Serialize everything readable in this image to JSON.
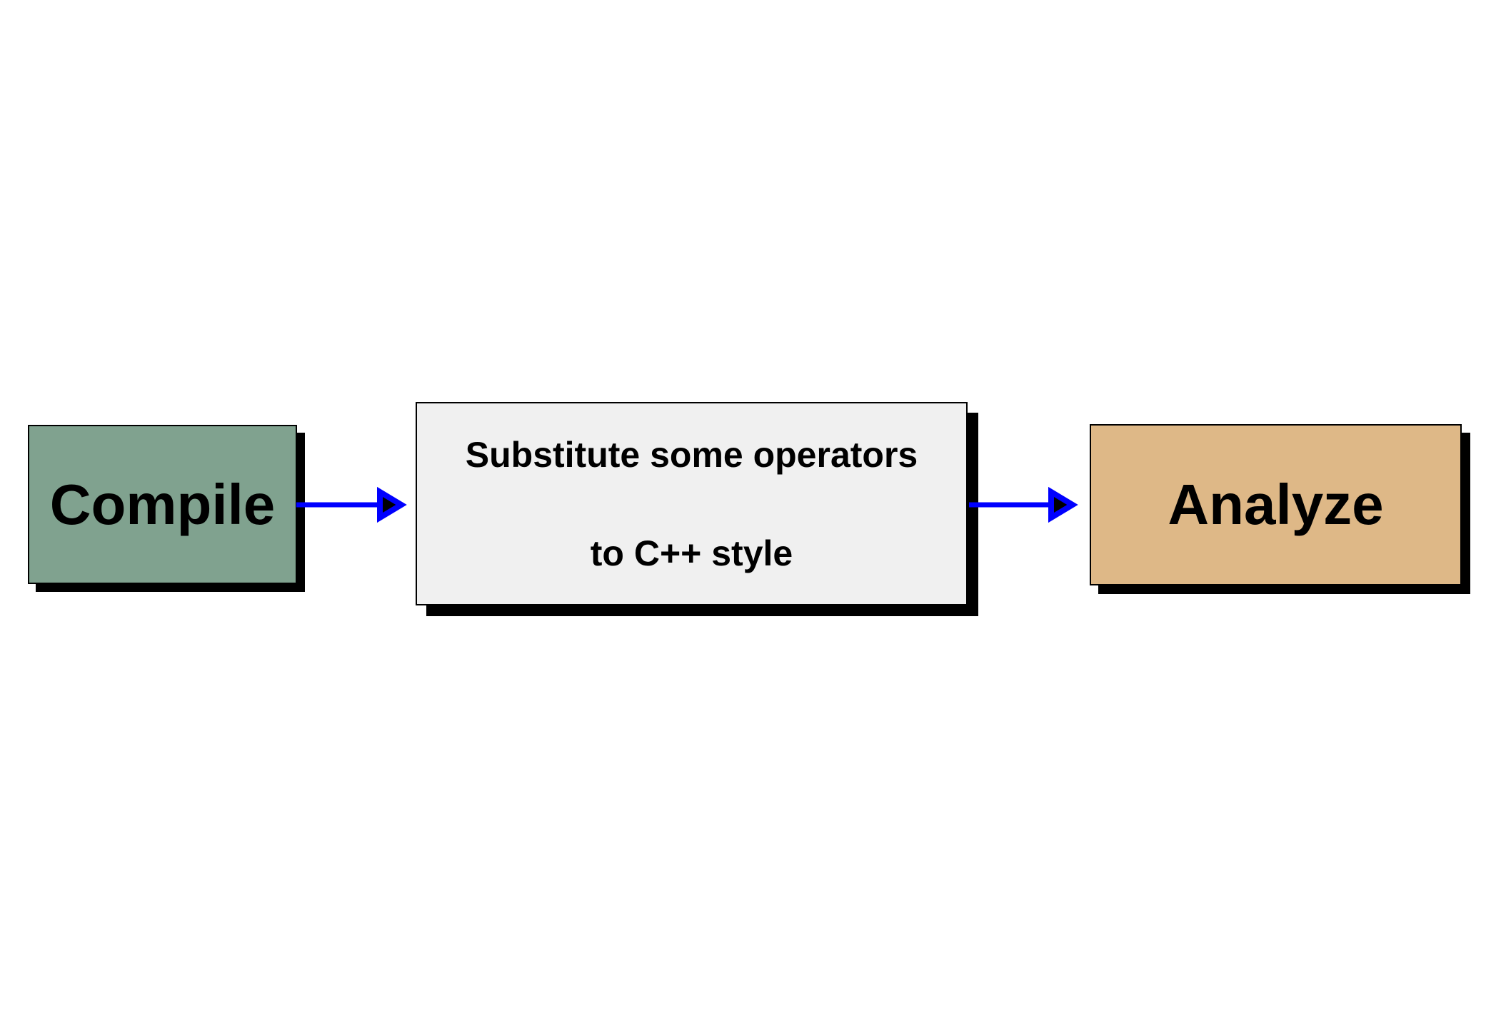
{
  "diagram": {
    "background_color": "#ffffff",
    "text_color": "#000000",
    "shadow_color": "#000000",
    "arrow_color": "#0000ff",
    "arrowhead_fill": "#000000",
    "nodes": [
      {
        "id": "compile",
        "label": "Compile",
        "fill": "#80a28f",
        "border": "#000000"
      },
      {
        "id": "substitute",
        "lines": [
          "Substitute some operators",
          "to C++ style"
        ],
        "fill": "#f0f0f0",
        "border": "#000000"
      },
      {
        "id": "analyze",
        "label": "Analyze",
        "fill": "#deb887",
        "border": "#000000"
      }
    ],
    "connectors": [
      {
        "id": "compile-to-substitute"
      },
      {
        "id": "substitute-to-analyze"
      }
    ]
  }
}
